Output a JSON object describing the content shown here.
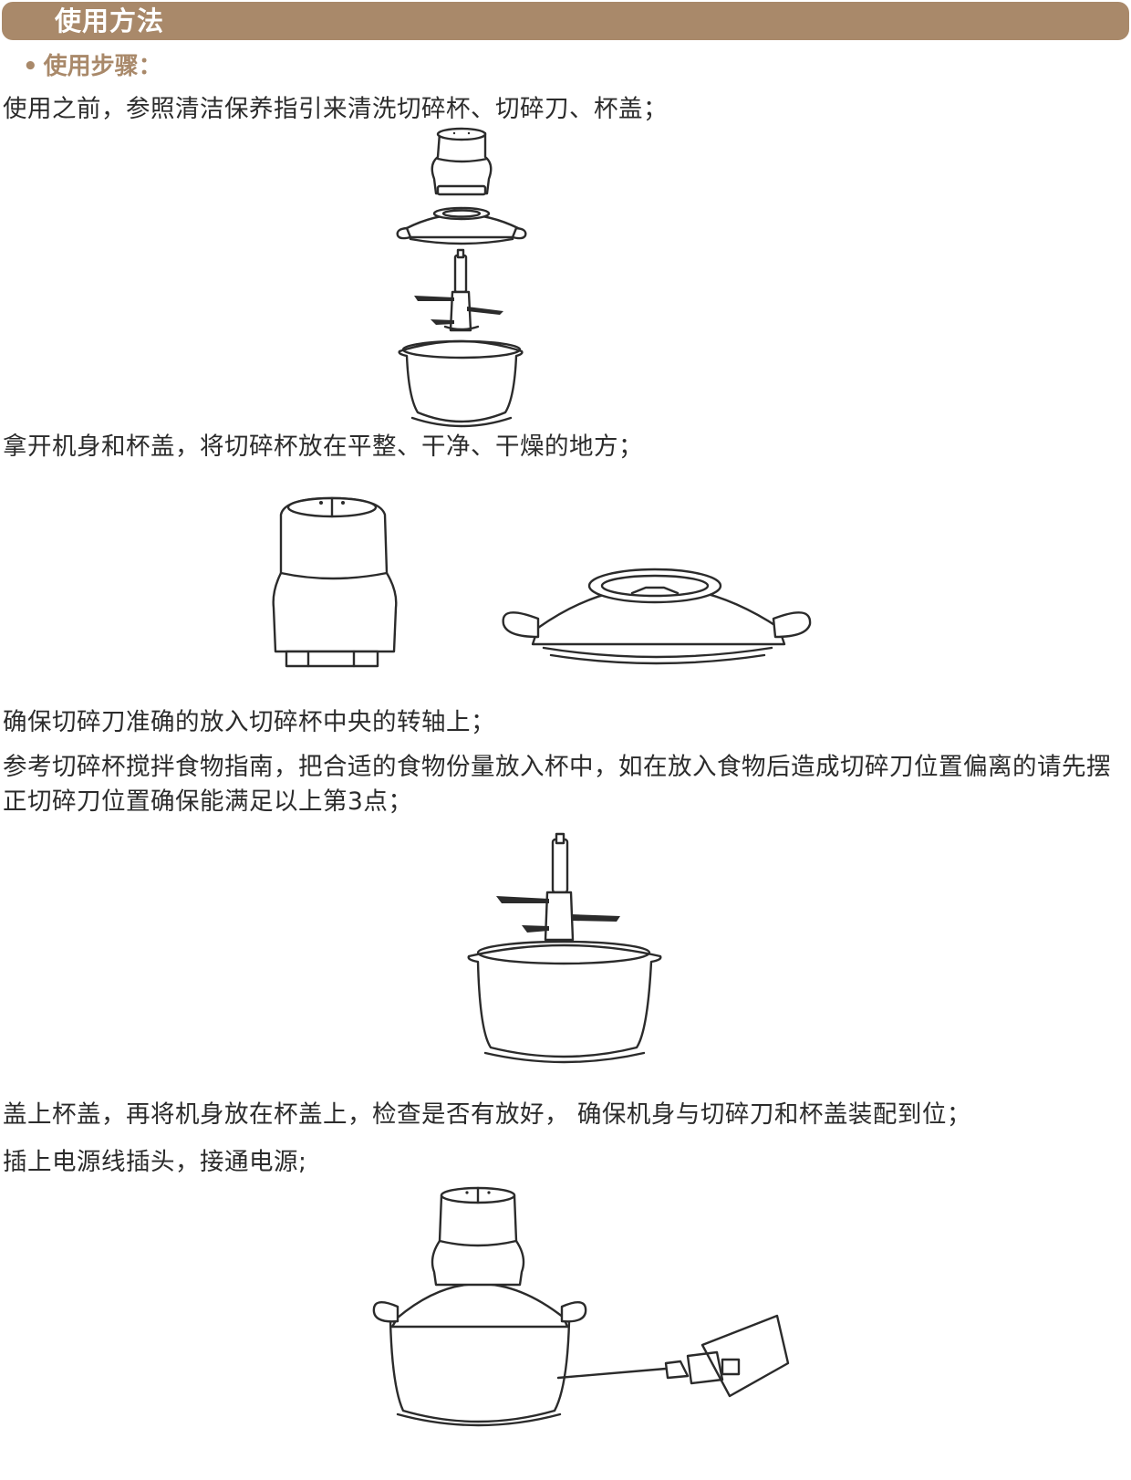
{
  "header": {
    "title": "使用方法"
  },
  "subheading": {
    "bullet": "•",
    "label": "使用步骤："
  },
  "steps": [
    "使用之前，参照清洁保养指引来清洗切碎杯、切碎刀、杯盖；",
    "拿开机身和杯盖，将切碎杯放在平整、干净、干燥的地方；",
    "确保切碎刀准确的放入切碎杯中央的转轴上；",
    "参考切碎杯搅拌食物指南，把合适的食物份量放入杯中，如在放入食物后造成切碎刀位置偏离的请先摆正切碎刀位置确保能满足以上第3点；",
    "盖上杯盖，再将机身放在杯盖上，检查是否有放好， 确保机身与切碎刀和杯盖装配到位；",
    "插上电源线插头，接通电源;"
  ],
  "illustrations": [
    "exploded-assembly",
    "motor-body-and-lid",
    "blade-in-bowl",
    "assembled-chopper-with-plug"
  ],
  "colors": {
    "accent": "#a9896a",
    "text": "#2b2b2b",
    "line": "#2b2b2b"
  }
}
